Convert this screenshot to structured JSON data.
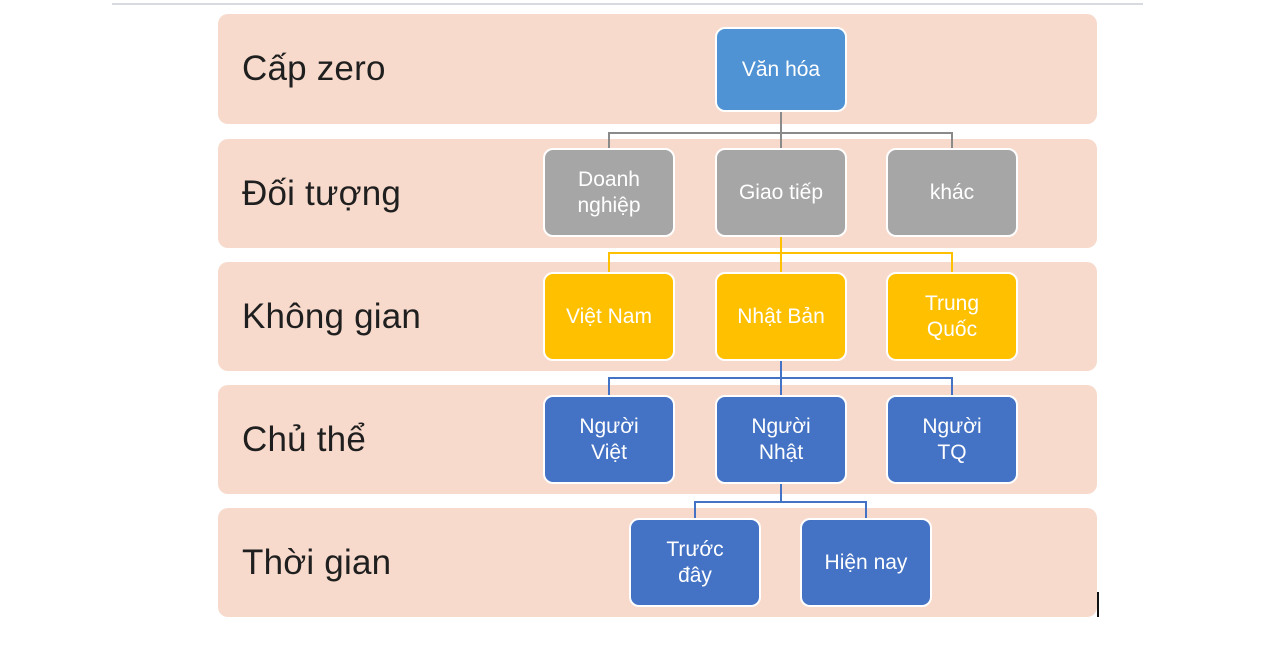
{
  "page": {
    "background_color": "#ffffff",
    "top_rule_color": "#d9d9e2",
    "caret_color": "#111111"
  },
  "diagram": {
    "band_color": "#f7dacc",
    "label_color": "#1f1f1f",
    "node_text_color": "#ffffff",
    "rows": [
      {
        "label": "Cấp zero",
        "node_color": "#4f93d4",
        "nodes": [
          "Văn hóa"
        ]
      },
      {
        "label": "Đối tượng",
        "node_color": "#a6a6a6",
        "nodes": [
          "Doanh\nnghiệp",
          "Giao tiếp",
          "khác"
        ]
      },
      {
        "label": "Không gian",
        "node_color": "#ffc000",
        "nodes": [
          "Việt Nam",
          "Nhật Bản",
          "Trung\nQuốc"
        ]
      },
      {
        "label": "Chủ thể",
        "node_color": "#4472c4",
        "nodes": [
          "Người\nViệt",
          "Người\nNhật",
          "Người\nTQ"
        ]
      },
      {
        "label": "Thời gian",
        "node_color": "#4472c4",
        "nodes": [
          "Trước\nđây",
          "Hiện nay"
        ]
      }
    ],
    "connectors": [
      {
        "name": "van-hoa-to-doi-tuong-group",
        "color": "#8a8a8a"
      },
      {
        "name": "giao-tiep-to-khong-gian-group",
        "color": "#ffc000"
      },
      {
        "name": "nhat-ban-to-chu-the-group",
        "color": "#4472c4"
      },
      {
        "name": "nguoi-nhat-to-thoi-gian-group",
        "color": "#4472c4"
      }
    ]
  }
}
